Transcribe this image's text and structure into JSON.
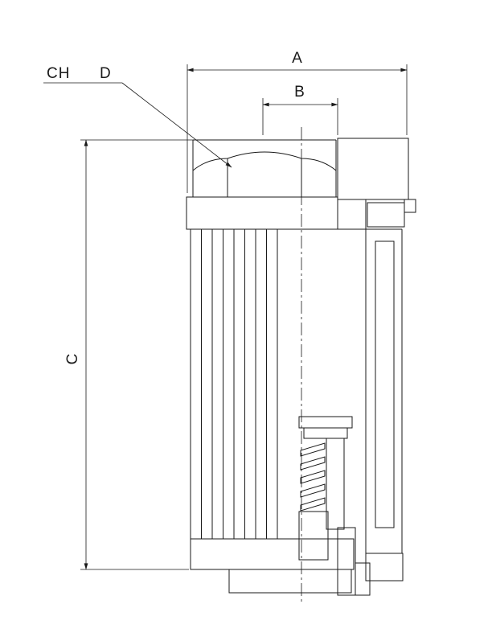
{
  "drawing": {
    "labels": {
      "dim_a": "A",
      "dim_b": "B",
      "dim_c": "C",
      "wrench": "CH",
      "dim_d": "D"
    },
    "colors": {
      "line": "#1a1a1a",
      "background": "#ffffff"
    }
  }
}
